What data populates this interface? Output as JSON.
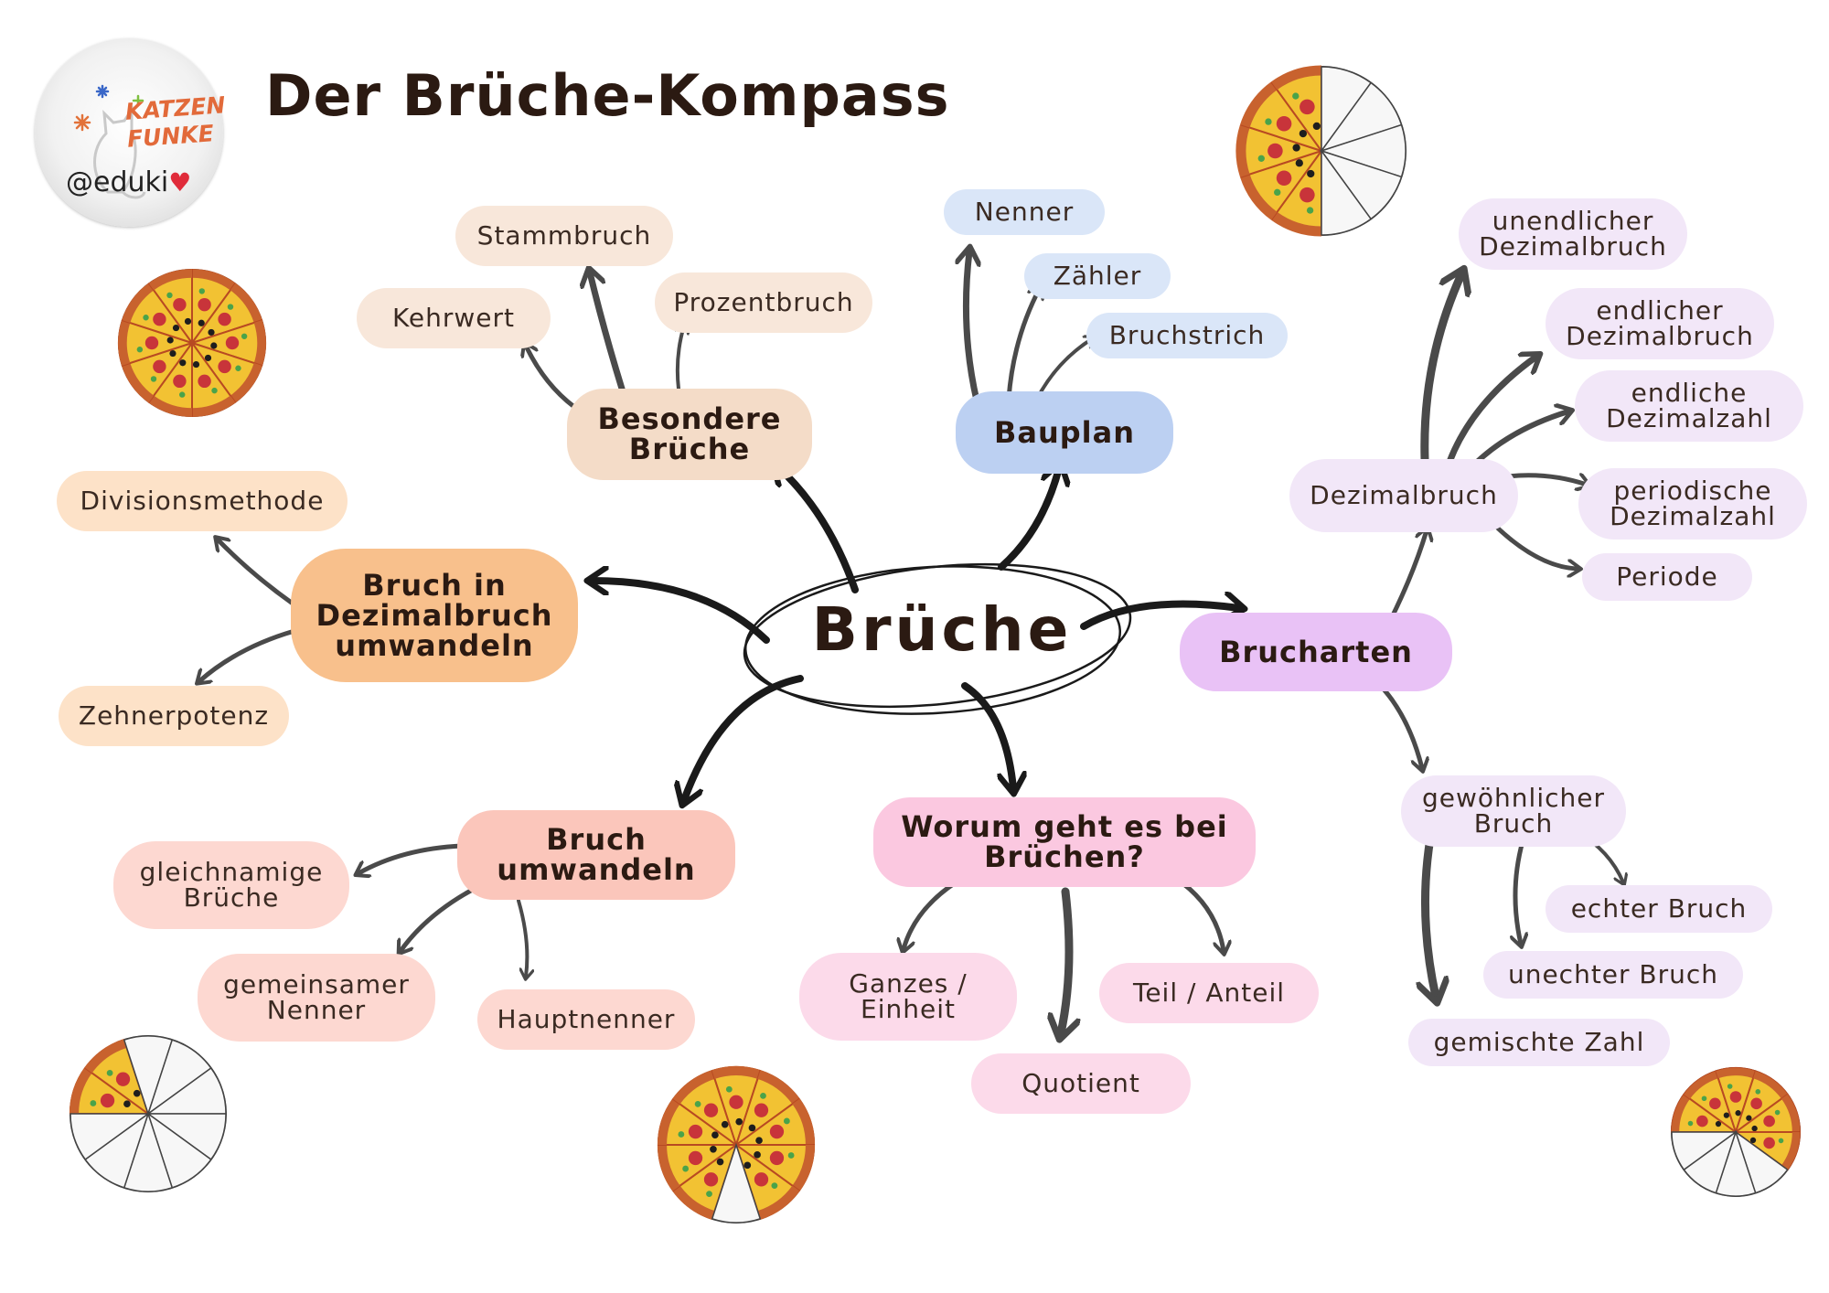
{
  "title": "Der Brüche-Kompass",
  "logo": {
    "brand_line1": "KATZEN",
    "brand_line2": "FUNKE",
    "handle": "@eduki",
    "heart": "♥",
    "icon": "cat-silhouette-icon"
  },
  "center": "Brüche",
  "colors": {
    "peach_dark": "#f8c08c",
    "peach_light": "#fde2c8",
    "beige_dark": "#f4dcc8",
    "beige_light": "#f8e7da",
    "blue_dark": "#bcd0f2",
    "blue_light": "#dae6f8",
    "purple_dark": "#e9c2f6",
    "purple_light": "#f2e7f8",
    "salmon_dark": "#fbc6bb",
    "salmon_light": "#fdd8d1",
    "pink_dark": "#fbc8e0",
    "pink_light": "#fcdaea"
  },
  "branches": {
    "besondere": {
      "label": "Besondere\nBrüche",
      "children": [
        "Stammbruch",
        "Kehrwert",
        "Prozentbruch"
      ]
    },
    "bauplan": {
      "label": "Bauplan",
      "children": [
        "Nenner",
        "Zähler",
        "Bruchstrich"
      ]
    },
    "dezimal_umwandeln": {
      "label": "Bruch in\nDezimalbruch\numwandeln",
      "children": [
        "Divisionsmethode",
        "Zehnerpotenz"
      ]
    },
    "brucharten": {
      "label": "Brucharten",
      "dezimalbruch": {
        "label": "Dezimalbruch",
        "children": [
          "unendlicher\nDezimalbruch",
          "endlicher\nDezimalbruch",
          "endliche\nDezimalzahl",
          "periodische\nDezimalzahl",
          "Periode"
        ]
      },
      "gewoehnlich": {
        "label": "gewöhnlicher\nBruch",
        "children": [
          "echter Bruch",
          "unechter Bruch",
          "gemischte Zahl"
        ]
      }
    },
    "umwandeln": {
      "label": "Bruch\numwandeln",
      "children": [
        "gleichnamige\nBrüche",
        "gemeinsamer\nNenner",
        "Hauptnenner"
      ]
    },
    "worum": {
      "label": "Worum geht es bei\nBrüchen?",
      "children": [
        "Ganzes /\nEinheit",
        "Teil / Anteil",
        "Quotient"
      ]
    }
  },
  "pizzas": [
    {
      "name": "pizza-top-right",
      "filled_slices": 5,
      "total_slices": 10
    },
    {
      "name": "pizza-left",
      "filled_slices": 10,
      "total_slices": 10
    },
    {
      "name": "pizza-bottom-left",
      "filled_slices": 2,
      "total_slices": 10
    },
    {
      "name": "pizza-bottom-center",
      "filled_slices": 9,
      "total_slices": 10
    },
    {
      "name": "pizza-bottom-right",
      "filled_slices": 6,
      "total_slices": 10
    }
  ]
}
